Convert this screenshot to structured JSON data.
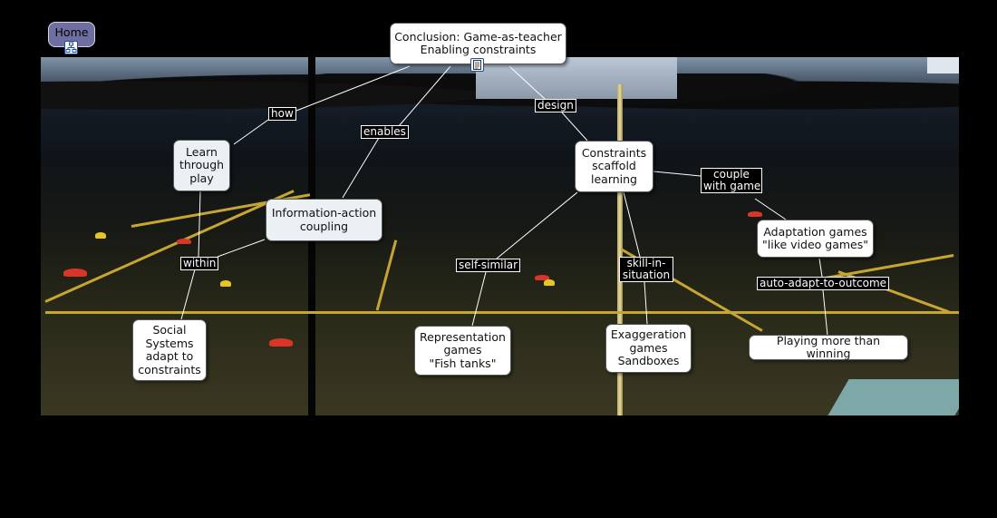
{
  "home_button": {
    "label": "Home"
  },
  "concepts": {
    "conclusion": {
      "lines": [
        "Conclusion: Game-as-teacher",
        "Enabling constraints"
      ]
    },
    "learn_through_play": {
      "lines": [
        "Learn",
        "through",
        "play"
      ]
    },
    "information_action": {
      "lines": [
        "Information-action",
        "coupling"
      ]
    },
    "constraints_scaffold": {
      "lines": [
        "Constraints",
        "scaffold",
        "learning"
      ]
    },
    "adaptation_games": {
      "lines": [
        "Adaptation games",
        "\"like video games\""
      ]
    },
    "social_systems": {
      "lines": [
        "Social",
        "Systems",
        "adapt to",
        "constraints"
      ]
    },
    "representation_games": {
      "lines": [
        "Representation",
        "games",
        "\"Fish tanks\""
      ]
    },
    "exaggeration_games": {
      "lines": [
        "Exaggeration",
        "games",
        "Sandboxes"
      ]
    },
    "playing_more": {
      "lines": [
        "Playing more than winning"
      ]
    }
  },
  "link_labels": {
    "how": {
      "lines": [
        "how"
      ]
    },
    "enables": {
      "lines": [
        "enables"
      ]
    },
    "design": {
      "lines": [
        "design"
      ]
    },
    "couple_with_game": {
      "lines": [
        "couple",
        "with game"
      ]
    },
    "within": {
      "lines": [
        "within"
      ]
    },
    "self_similar": {
      "lines": [
        "self-similar"
      ]
    },
    "skill_in_situation": {
      "lines": [
        "skill-in-",
        "situation"
      ]
    },
    "auto_adapt": {
      "lines": [
        "auto-adapt-to-outcome"
      ]
    }
  },
  "icons": {
    "home_map": "concept-map-icon",
    "conclusion_doc": "document-icon"
  },
  "colors": {
    "background": "#000000",
    "home_button": "#6e6fa0",
    "node_fill": "#ffffff",
    "node_tint": "#eaf0f4",
    "link_line": "#ffffff"
  }
}
